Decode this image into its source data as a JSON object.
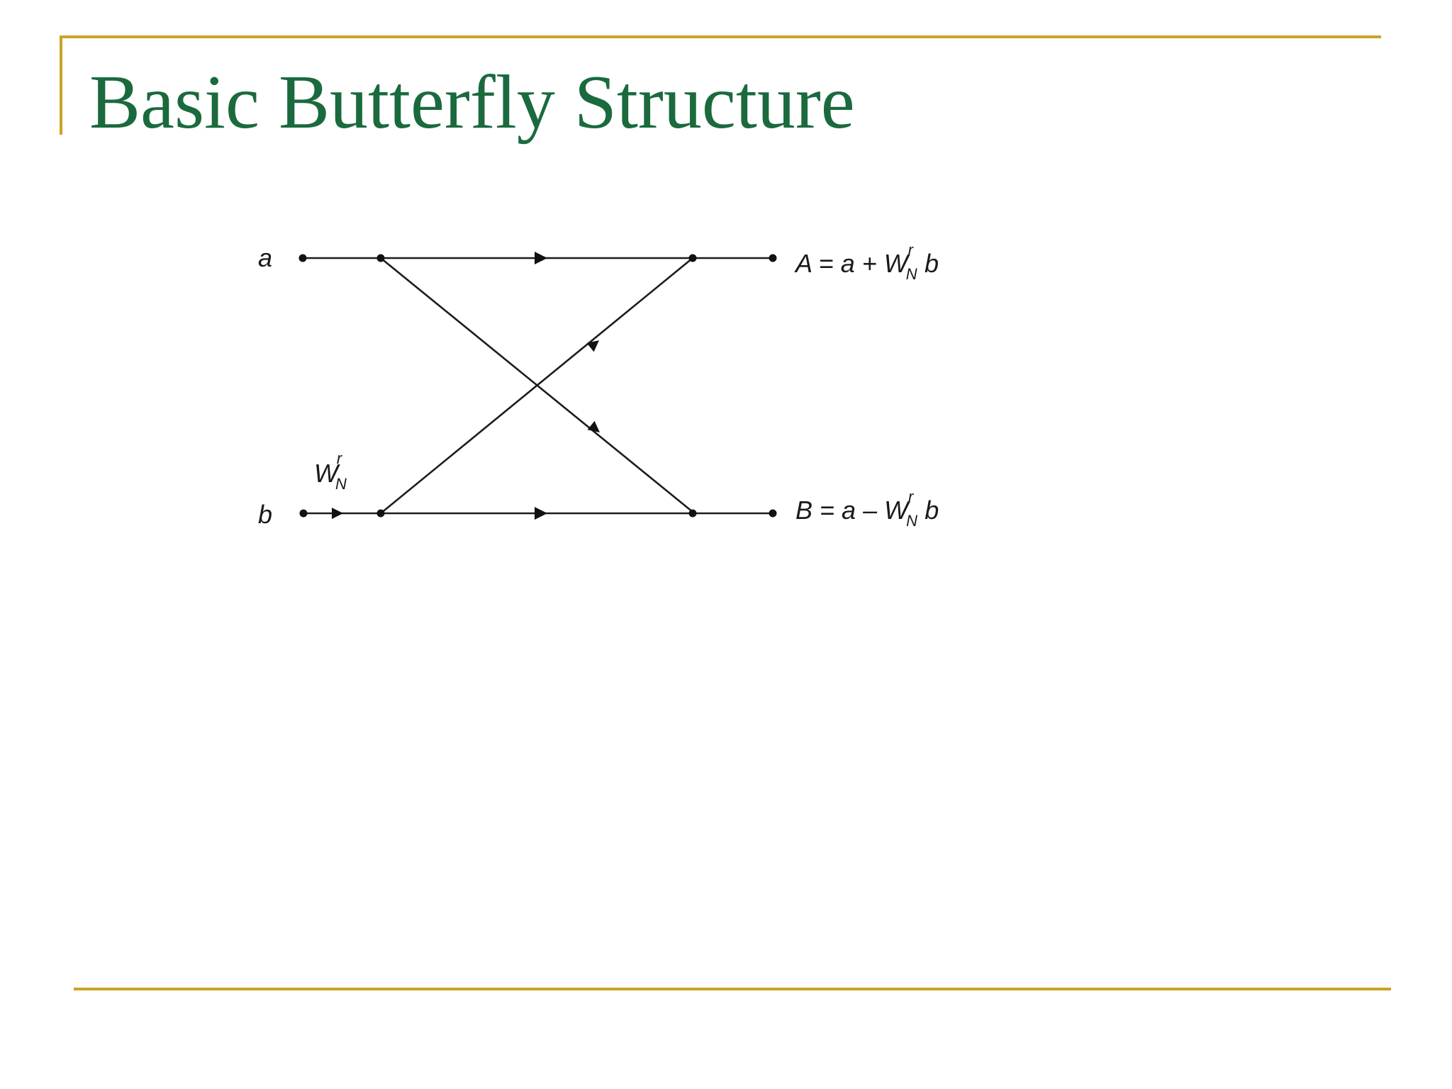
{
  "slide": {
    "title": "Basic Butterfly Structure",
    "title_color": "#1a6a3e",
    "rule_color": "#c9a424"
  },
  "diagram": {
    "input_a": "a",
    "input_b": "b",
    "twiddle": {
      "base": "W",
      "sub": "N",
      "sup": "r"
    },
    "output_A": {
      "lhs": "A = a + ",
      "base": "W",
      "sub": "N",
      "sup": "r",
      "rhs": " b"
    },
    "output_B": {
      "lhs": "B = a – ",
      "base": "W",
      "sub": "N",
      "sup": "r",
      "rhs": " b"
    }
  }
}
